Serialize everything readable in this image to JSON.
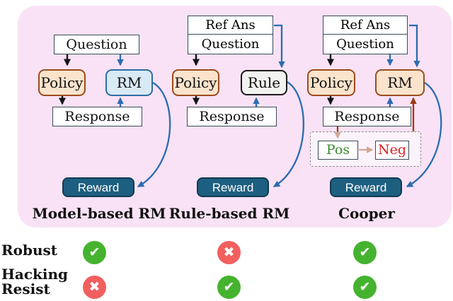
{
  "figure_caption_labels": {
    "model_based_title": "Model-based RM",
    "rule_based_title": "Rule-based RM",
    "cooper_title": "Cooper"
  },
  "diagrams": {
    "model_based": {
      "title": "Model-based RM",
      "question": "Question",
      "policy": "Policy",
      "rm": "RM",
      "response": "Response",
      "reward": "Reward"
    },
    "rule_based": {
      "title": "Rule-based RM",
      "ref_ans": "Ref Ans",
      "question": "Question",
      "policy": "Policy",
      "rule": "Rule",
      "response": "Response",
      "reward": "Reward"
    },
    "cooper": {
      "title": "Cooper",
      "ref_ans": "Ref Ans",
      "question": "Question",
      "policy": "Policy",
      "rm": "RM",
      "response": "Response",
      "pos": "Pos",
      "neg": "Neg",
      "reward": "Reward"
    }
  },
  "comparison": {
    "rows": [
      {
        "label": "Robust",
        "marks": [
          "check",
          "cross",
          "check"
        ]
      },
      {
        "label": "Hacking\nResist",
        "marks": [
          "cross",
          "check",
          "check"
        ]
      }
    ]
  },
  "colors": {
    "panel-pink": "#f9e2f5",
    "arrow-blue": "#2b6cb3",
    "arrow-black": "#141414",
    "arrow-brown": "#9e3a0e",
    "box-border": "#3a4a5a",
    "policy-fill": "#fbe3cc",
    "policy-border": "#9c4c1e",
    "rm-fill": "#d9eaf7",
    "rm-border": "#2e6da4",
    "rule-fill": "#f2f2f0",
    "rule-border": "#1a1a1a",
    "reward-fill": "#1d5f80",
    "reward-border": "#123a52",
    "pos-green": "#3d8b2f",
    "neg-red": "#dd1f1f",
    "check-green": "#45b32f",
    "cross-red": "#f25f5f"
  }
}
